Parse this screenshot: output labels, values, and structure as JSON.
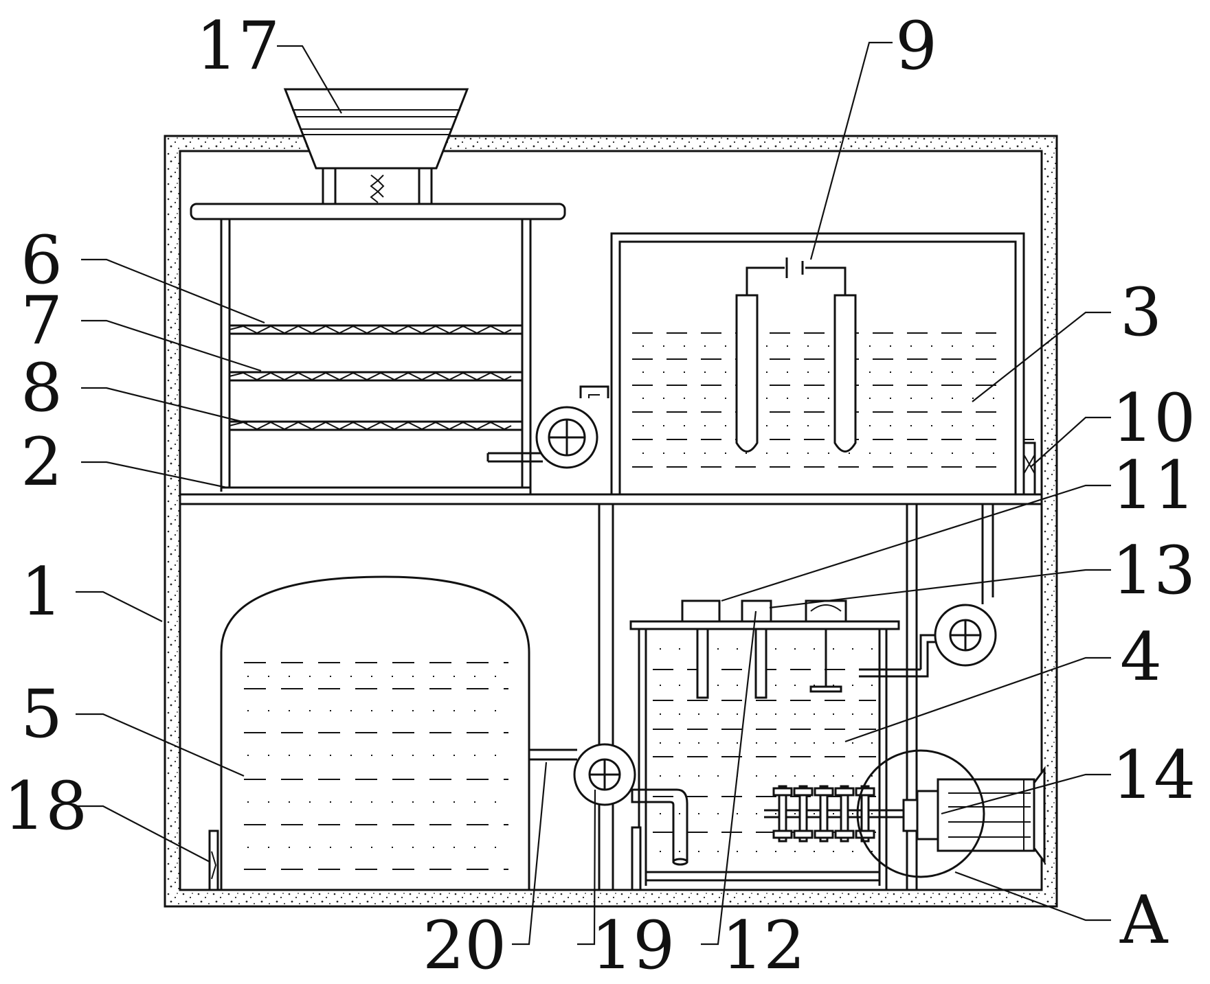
{
  "diagram": {
    "labels": [
      {
        "id": "1",
        "text": "1"
      },
      {
        "id": "2",
        "text": "2"
      },
      {
        "id": "3",
        "text": "3"
      },
      {
        "id": "4",
        "text": "4"
      },
      {
        "id": "5",
        "text": "5"
      },
      {
        "id": "6",
        "text": "6"
      },
      {
        "id": "7",
        "text": "7"
      },
      {
        "id": "8",
        "text": "8"
      },
      {
        "id": "9",
        "text": "9"
      },
      {
        "id": "10",
        "text": "10"
      },
      {
        "id": "11",
        "text": "11"
      },
      {
        "id": "12",
        "text": "12"
      },
      {
        "id": "13",
        "text": "13"
      },
      {
        "id": "14",
        "text": "14"
      },
      {
        "id": "17",
        "text": "17"
      },
      {
        "id": "18",
        "text": "18"
      },
      {
        "id": "19",
        "text": "19"
      },
      {
        "id": "20",
        "text": "20"
      },
      {
        "id": "A",
        "text": "A"
      }
    ]
  }
}
